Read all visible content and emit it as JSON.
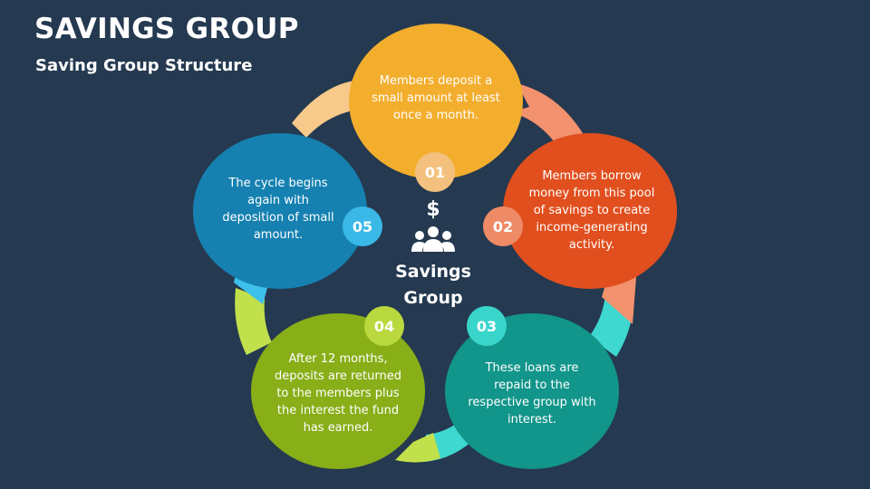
{
  "title": "SAVINGS GROUP",
  "subtitle": "Saving Group Structure",
  "center": {
    "label": "Savings Group",
    "icon": "dollar-people-icon"
  },
  "colors": {
    "background": "#253950",
    "step1": "#F3AE2E",
    "step2": "#E14F1E",
    "step3": "#12958A",
    "step4": "#88AE18",
    "step5": "#1681B1",
    "arrow1": "#F7C98B",
    "arrow2": "#F2926E",
    "arrow3": "#3ED8D0",
    "arrow4": "#C2E04C",
    "arrow5": "#3DC0EC",
    "badge1": "#F3C17D",
    "badge2": "#EE8A66",
    "badge3": "#39D5CB",
    "badge4": "#B9D93E",
    "badge5": "#3AB8E8"
  },
  "steps": [
    {
      "number": "01",
      "text": "Members deposit a small amount at least once a month."
    },
    {
      "number": "02",
      "text": "Members borrow money from this pool of savings to create income-generating activity."
    },
    {
      "number": "03",
      "text": "These loans are repaid to the respective group with interest."
    },
    {
      "number": "04",
      "text": "After 12 months, deposits are returned to the members plus the interest the fund has earned."
    },
    {
      "number": "05",
      "text": "The cycle begins again with deposition of small amount."
    }
  ]
}
